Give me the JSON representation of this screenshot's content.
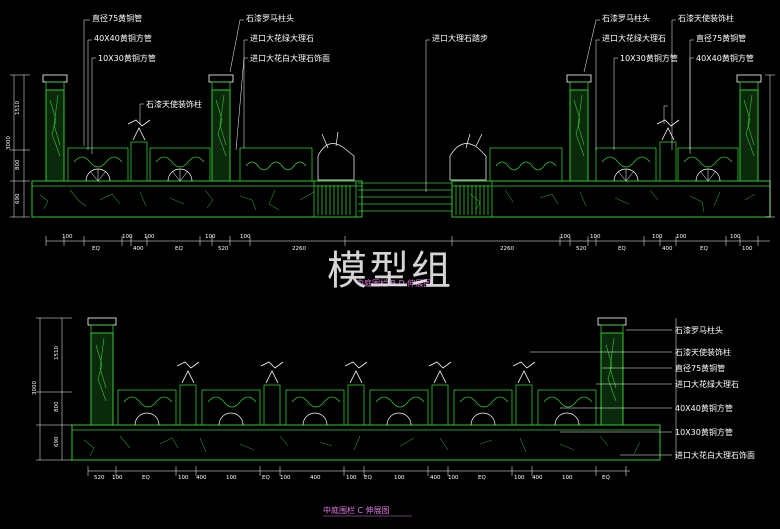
{
  "watermark": "模型组",
  "titles": {
    "top": "中庭围栏 B.D 伸展图",
    "bottom": "中庭围栏 C 伸展图"
  },
  "labels": {
    "top_left": [
      "直径75黄铜管",
      "40X40黄铜方管",
      "10X30黄铜方管",
      "石漆天使装饰柱"
    ],
    "top_mid": [
      "石漆罗马柱头",
      "进口大花绿大理石",
      "进口大花白大理石饰面",
      "进口大理石踏步"
    ],
    "top_right": [
      "石漆罗马柱头",
      "进口大花绿大理石",
      "10X30黄铜方管",
      "石漆天使装饰柱",
      "直径75黄铜管",
      "40X40黄铜方管"
    ],
    "bottom_right": [
      "石漆罗马柱头",
      "石漆天使装饰柱",
      "直径75黄铜管",
      "进口大花绿大理石",
      "40X40黄铜方管",
      "10X30黄铜方管",
      "进口大花白大理石饰面"
    ]
  },
  "dims": {
    "top_vertical": [
      "1510",
      "3000",
      "800",
      "690"
    ],
    "bottom_vertical": [
      "1510",
      "3000",
      "800",
      "690"
    ],
    "top_horizontal": [
      "100",
      "EQ",
      "100",
      "400",
      "100",
      "EQ",
      "100",
      "520",
      "100",
      "2260",
      "2260",
      "100",
      "520",
      "100",
      "EQ",
      "100",
      "400",
      "100",
      "EQ",
      "100",
      "100"
    ],
    "bottom_horizontal": [
      "520",
      "100",
      "EQ",
      "100",
      "400",
      "100",
      "EQ",
      "100",
      "400",
      "100",
      "EQ",
      "100",
      "400",
      "100",
      "EQ",
      "100",
      "400",
      "100",
      "EQ"
    ]
  },
  "colors": {
    "background": "#000000",
    "line_green": "#34c934",
    "text": "#ffffff",
    "title": "#e07ae0"
  }
}
